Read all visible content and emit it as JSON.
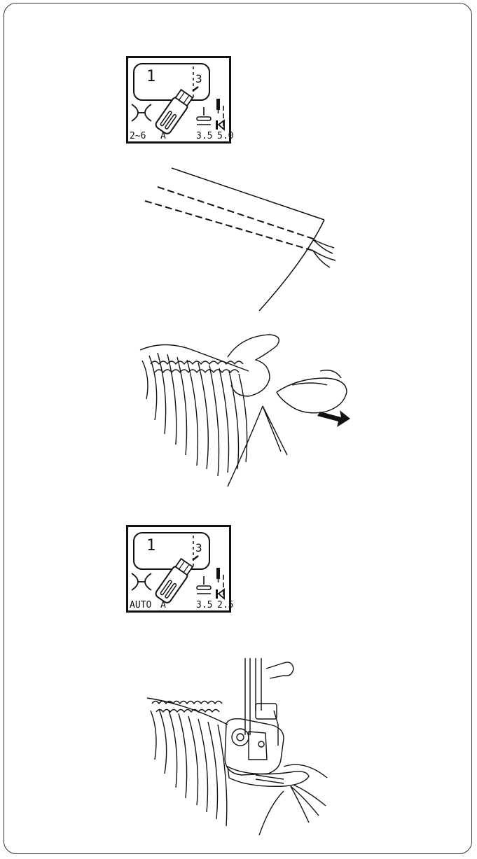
{
  "lcd_top": {
    "pattern_number": "1",
    "sub_number": "3",
    "tension": "2~6",
    "foot": "A",
    "stitch_width": "3.5",
    "stitch_length": "5.0"
  },
  "lcd_bottom": {
    "pattern_number": "1",
    "sub_number": "3",
    "tension": "AUTO",
    "foot": "A",
    "stitch_width": "3.5",
    "stitch_length": "2.5"
  },
  "icons": {
    "tension": "thread-tension-icon",
    "foot": "presser-foot-a-icon",
    "width": "stitch-width-icon",
    "length": "stitch-length-icon",
    "needle": "needle-position-icon",
    "reverse": "reverse-stitch-icon"
  }
}
